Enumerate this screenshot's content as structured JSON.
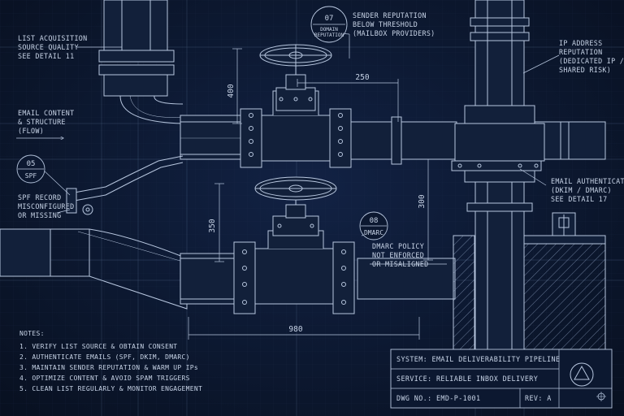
{
  "callouts": {
    "list_acquisition": [
      "LIST ACQUISITION",
      "SOURCE QUALITY",
      "SEE DETAIL 11"
    ],
    "email_content": [
      "EMAIL CONTENT",
      "& STRUCTURE",
      "(FLOW)"
    ],
    "spf_record": [
      "SPF RECORD",
      "MISCONFIGURED",
      "OR MISSING"
    ],
    "sender_reputation": [
      "SENDER REPUTATION",
      "BELOW THRESHOLD",
      "(MAILBOX PROVIDERS)"
    ],
    "ip_reputation": [
      "IP ADDRESS",
      "REPUTATION",
      "(DEDICATED IP /",
      "SHARED RISK)"
    ],
    "email_auth": [
      "EMAIL AUTHENTICATION",
      "(DKIM / DMARC)",
      "SEE DETAIL 17"
    ],
    "dmarc_policy": [
      "DMARC POLICY",
      "NOT ENFORCED",
      "OR MISALIGNED"
    ]
  },
  "bubbles": {
    "b07": {
      "num": "07",
      "label1": "DOMAIN",
      "label2": "REPUTATION"
    },
    "b05": {
      "num": "05",
      "label": "SPF"
    },
    "b08": {
      "num": "08",
      "label": "DMARC"
    }
  },
  "dimensions": {
    "d400": "400",
    "d250": "250",
    "d350": "350",
    "d300": "300",
    "d980": "980"
  },
  "notes": {
    "title": "NOTES:",
    "items": [
      "1. VERIFY LIST SOURCE & OBTAIN CONSENT",
      "2. AUTHENTICATE EMAILS (SPF, DKIM, DMARC)",
      "3. MAINTAIN SENDER REPUTATION & WARM UP IPs",
      "4. OPTIMIZE CONTENT & AVOID SPAM TRIGGERS",
      "5. CLEAN LIST REGULARLY & MONITOR ENGAGEMENT"
    ]
  },
  "title_block": {
    "system": "SYSTEM:  EMAIL DELIVERABILITY PIPELINE",
    "service": "SERVICE:  RELIABLE INBOX DELIVERY",
    "dwg": "DWG NO.:  EMD-P-1001",
    "rev": "REV: A"
  },
  "colors": {
    "background": "#0c1830",
    "line": "#b7c6de"
  }
}
